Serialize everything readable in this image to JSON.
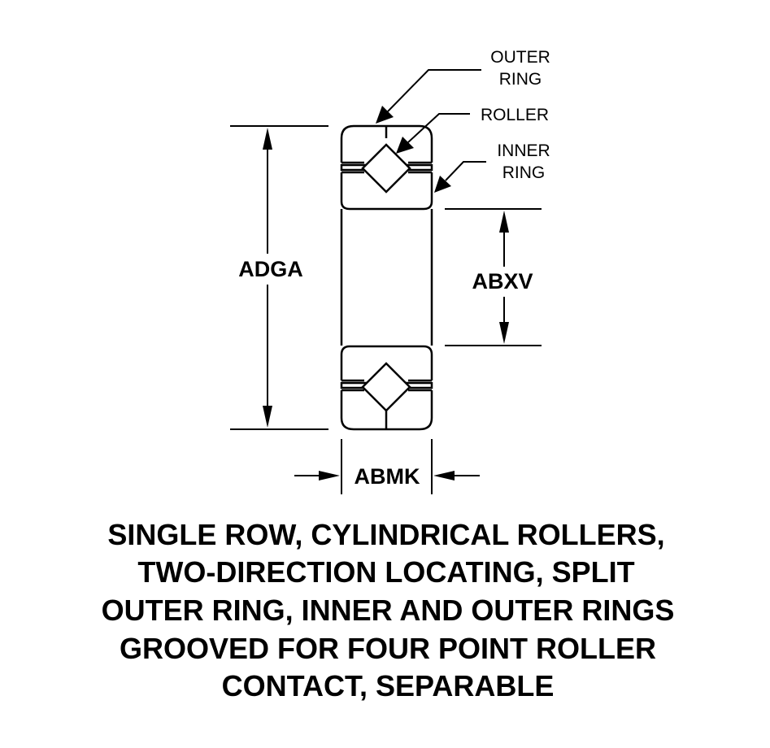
{
  "callouts": {
    "outer_ring": [
      "OUTER",
      "RING"
    ],
    "roller": "ROLLER",
    "inner_ring": [
      "INNER",
      "RING"
    ]
  },
  "dimensions": {
    "outside_diameter": "ADGA",
    "bore": "ABXV",
    "width": "ABMK"
  },
  "caption": [
    "SINGLE ROW, CYLINDRICAL ROLLERS,",
    "TWO-DIRECTION LOCATING, SPLIT",
    "OUTER RING, INNER AND OUTER RINGS",
    "GROOVED FOR FOUR POINT ROLLER",
    "CONTACT, SEPARABLE"
  ],
  "colors": {
    "line": "#000000",
    "background": "#ffffff"
  }
}
